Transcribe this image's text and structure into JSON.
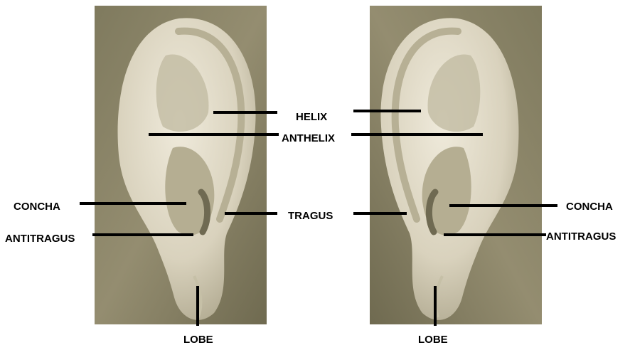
{
  "labels": {
    "helix": "HELIX",
    "anthelix": "ANTHELIX",
    "concha": "CONCHA",
    "antitragus": "ANTITRAGUS",
    "tragus": "TRAGUS",
    "lobe": "LOBE"
  },
  "colors": {
    "photo_background": "#8c8568",
    "ear_skin": "#dcd6c3",
    "label_text": "#000000"
  }
}
